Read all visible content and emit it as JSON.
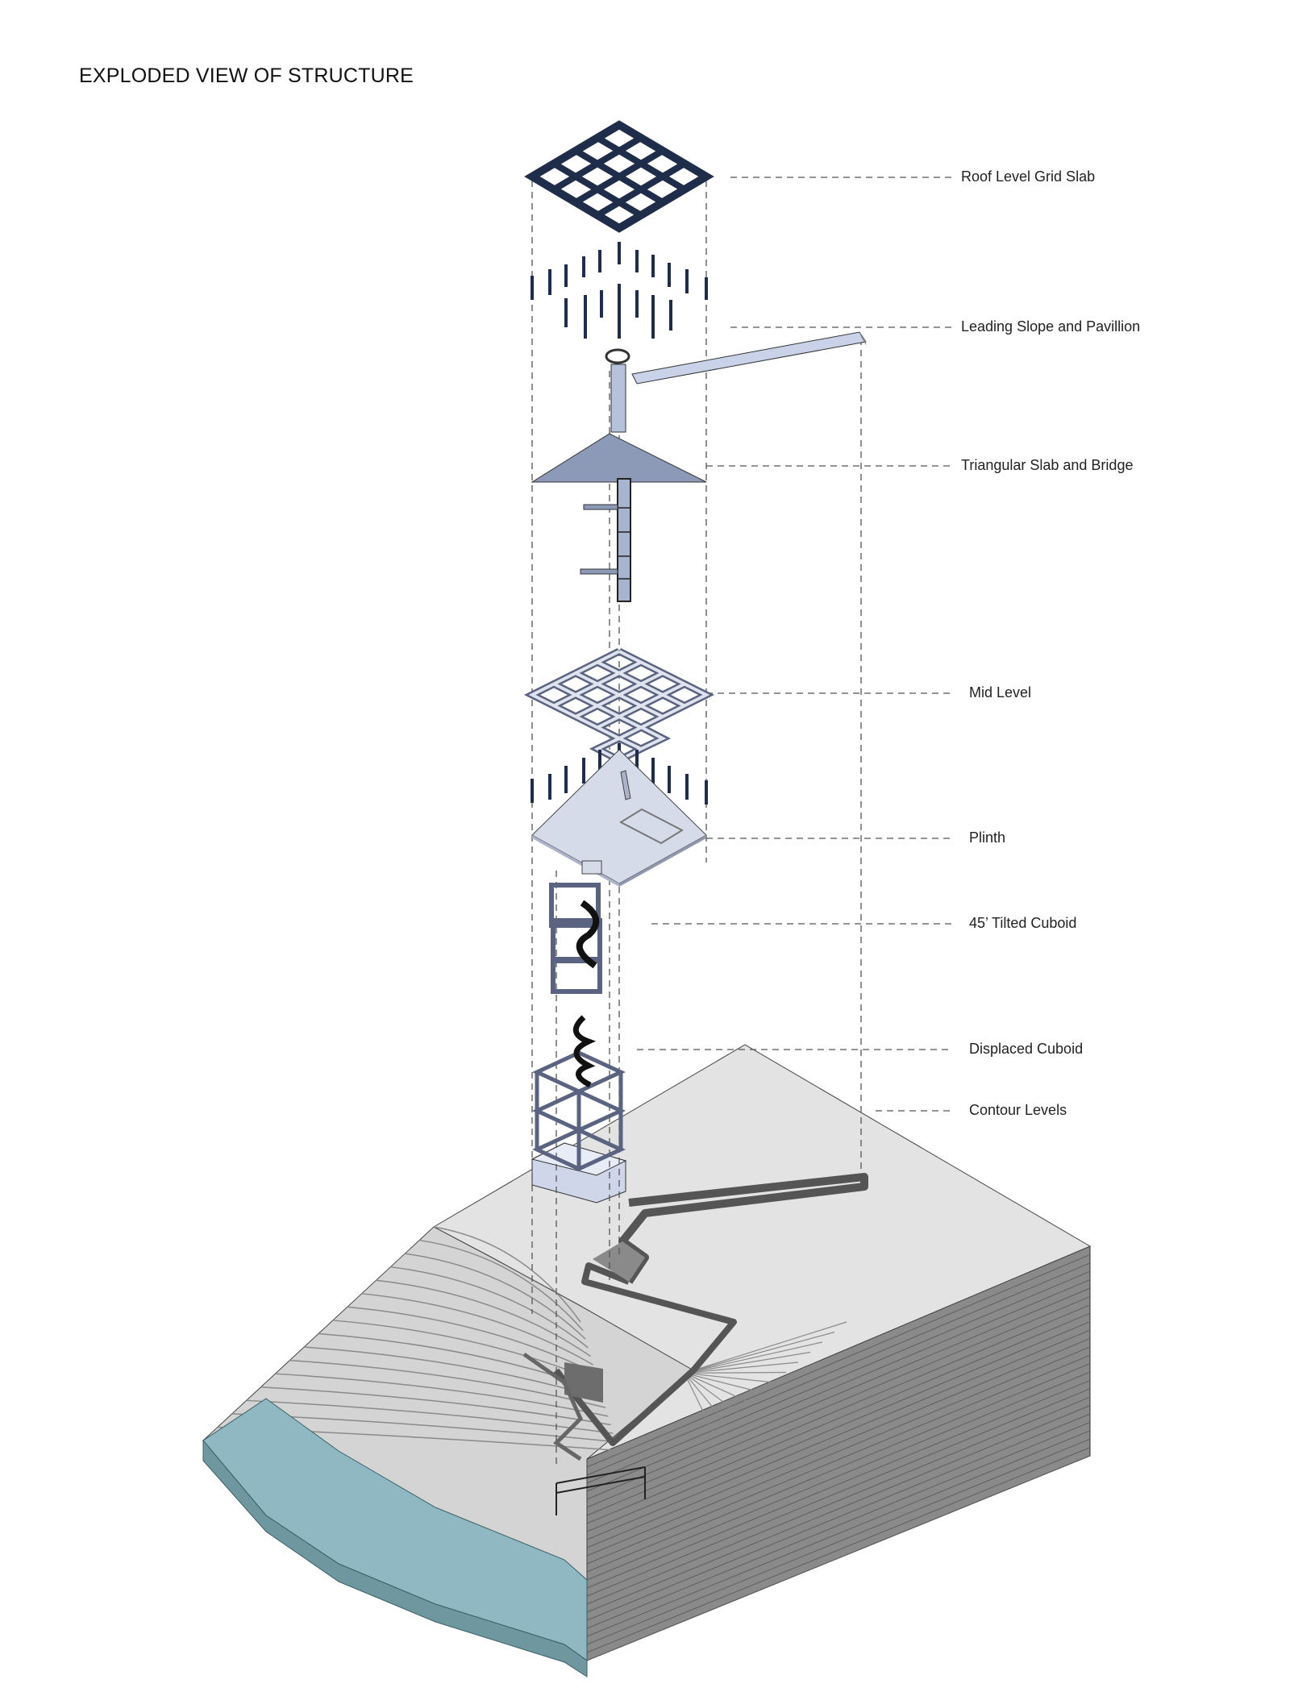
{
  "title": "EXPLODED VIEW OF STRUCTURE",
  "labels": [
    "Roof Level Grid Slab",
    "Leading Slope and Pavillion",
    "Triangular Slab and Bridge",
    "Mid Level",
    "Plinth",
    "45’ Tilted Cuboid",
    "Displaced Cuboid",
    "Contour Levels"
  ],
  "colors": {
    "grid": "#1f2d4a",
    "slab": "#8c9ab8",
    "plinth": "#d6dbea",
    "terrain_top": "#e4e4e4",
    "terrain_side": "#9a9a9a",
    "water": "#8fb8c2"
  }
}
